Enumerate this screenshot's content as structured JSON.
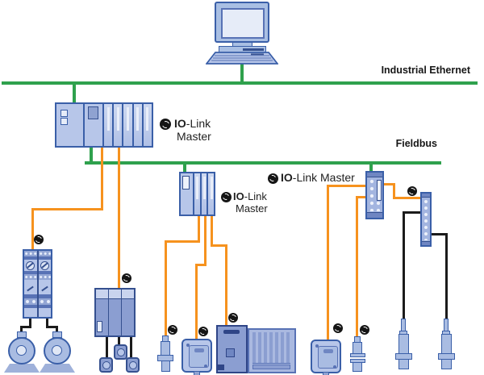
{
  "diagram": {
    "buses": {
      "industrial_ethernet": "Industrial Ethernet",
      "fieldbus": "Fieldbus"
    },
    "io_link_brand": {
      "io": "IO",
      "link": "-Link",
      "master": "Master",
      "link_master": "-Link Master"
    },
    "colors": {
      "bus_green": "#2fa14d",
      "io_link_orange": "#f6921e",
      "cable_black": "#1b1b1b",
      "device_fill": "#b7c6e9",
      "device_border": "#3a5fa8",
      "logo_black": "#151515"
    },
    "icons": {
      "io_link_logo": "black-circle-with-white-circular-arrows"
    }
  }
}
